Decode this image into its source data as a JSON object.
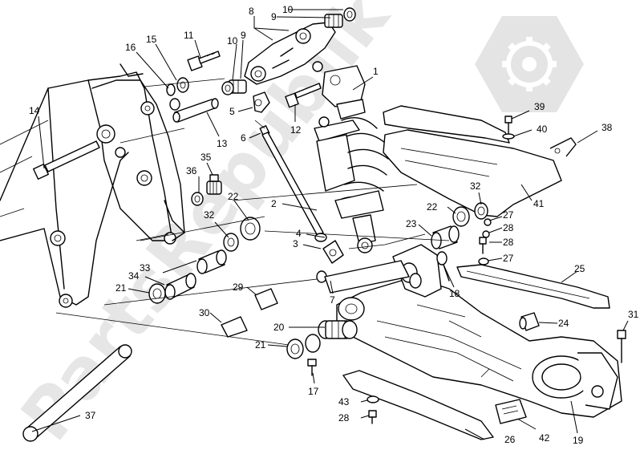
{
  "watermark": {
    "text": "PartsRepublik",
    "icon": "gear-icon"
  },
  "callouts": [
    {
      "id": "c1",
      "label": "1"
    },
    {
      "id": "c2",
      "label": "2"
    },
    {
      "id": "c3",
      "label": "3"
    },
    {
      "id": "c4",
      "label": "4"
    },
    {
      "id": "c5",
      "label": "5"
    },
    {
      "id": "c6",
      "label": "6"
    },
    {
      "id": "c7",
      "label": "7"
    },
    {
      "id": "c8",
      "label": "8"
    },
    {
      "id": "c9a",
      "label": "9"
    },
    {
      "id": "c9b",
      "label": "9"
    },
    {
      "id": "c10a",
      "label": "10"
    },
    {
      "id": "c10b",
      "label": "10"
    },
    {
      "id": "c11",
      "label": "11"
    },
    {
      "id": "c12",
      "label": "12"
    },
    {
      "id": "c13",
      "label": "13"
    },
    {
      "id": "c14",
      "label": "14"
    },
    {
      "id": "c15",
      "label": "15"
    },
    {
      "id": "c16",
      "label": "16"
    },
    {
      "id": "c17",
      "label": "17"
    },
    {
      "id": "c18",
      "label": "18"
    },
    {
      "id": "c19",
      "label": "19"
    },
    {
      "id": "c20",
      "label": "20"
    },
    {
      "id": "c21a",
      "label": "21"
    },
    {
      "id": "c21b",
      "label": "21"
    },
    {
      "id": "c22a",
      "label": "22"
    },
    {
      "id": "c22b",
      "label": "22"
    },
    {
      "id": "c23",
      "label": "23"
    },
    {
      "id": "c24",
      "label": "24"
    },
    {
      "id": "c25",
      "label": "25"
    },
    {
      "id": "c26",
      "label": "26"
    },
    {
      "id": "c27a",
      "label": "27"
    },
    {
      "id": "c27b",
      "label": "27"
    },
    {
      "id": "c28a",
      "label": "28"
    },
    {
      "id": "c28b",
      "label": "28"
    },
    {
      "id": "c28c",
      "label": "28"
    },
    {
      "id": "c29",
      "label": "29"
    },
    {
      "id": "c30",
      "label": "30"
    },
    {
      "id": "c31",
      "label": "31"
    },
    {
      "id": "c32a",
      "label": "32"
    },
    {
      "id": "c32b",
      "label": "32"
    },
    {
      "id": "c33",
      "label": "33"
    },
    {
      "id": "c34",
      "label": "34"
    },
    {
      "id": "c35",
      "label": "35"
    },
    {
      "id": "c36",
      "label": "36"
    },
    {
      "id": "c37",
      "label": "37"
    },
    {
      "id": "c38",
      "label": "38"
    },
    {
      "id": "c39",
      "label": "39"
    },
    {
      "id": "c40",
      "label": "40"
    },
    {
      "id": "c41",
      "label": "41"
    },
    {
      "id": "c42",
      "label": "42"
    },
    {
      "id": "c43",
      "label": "43"
    }
  ]
}
